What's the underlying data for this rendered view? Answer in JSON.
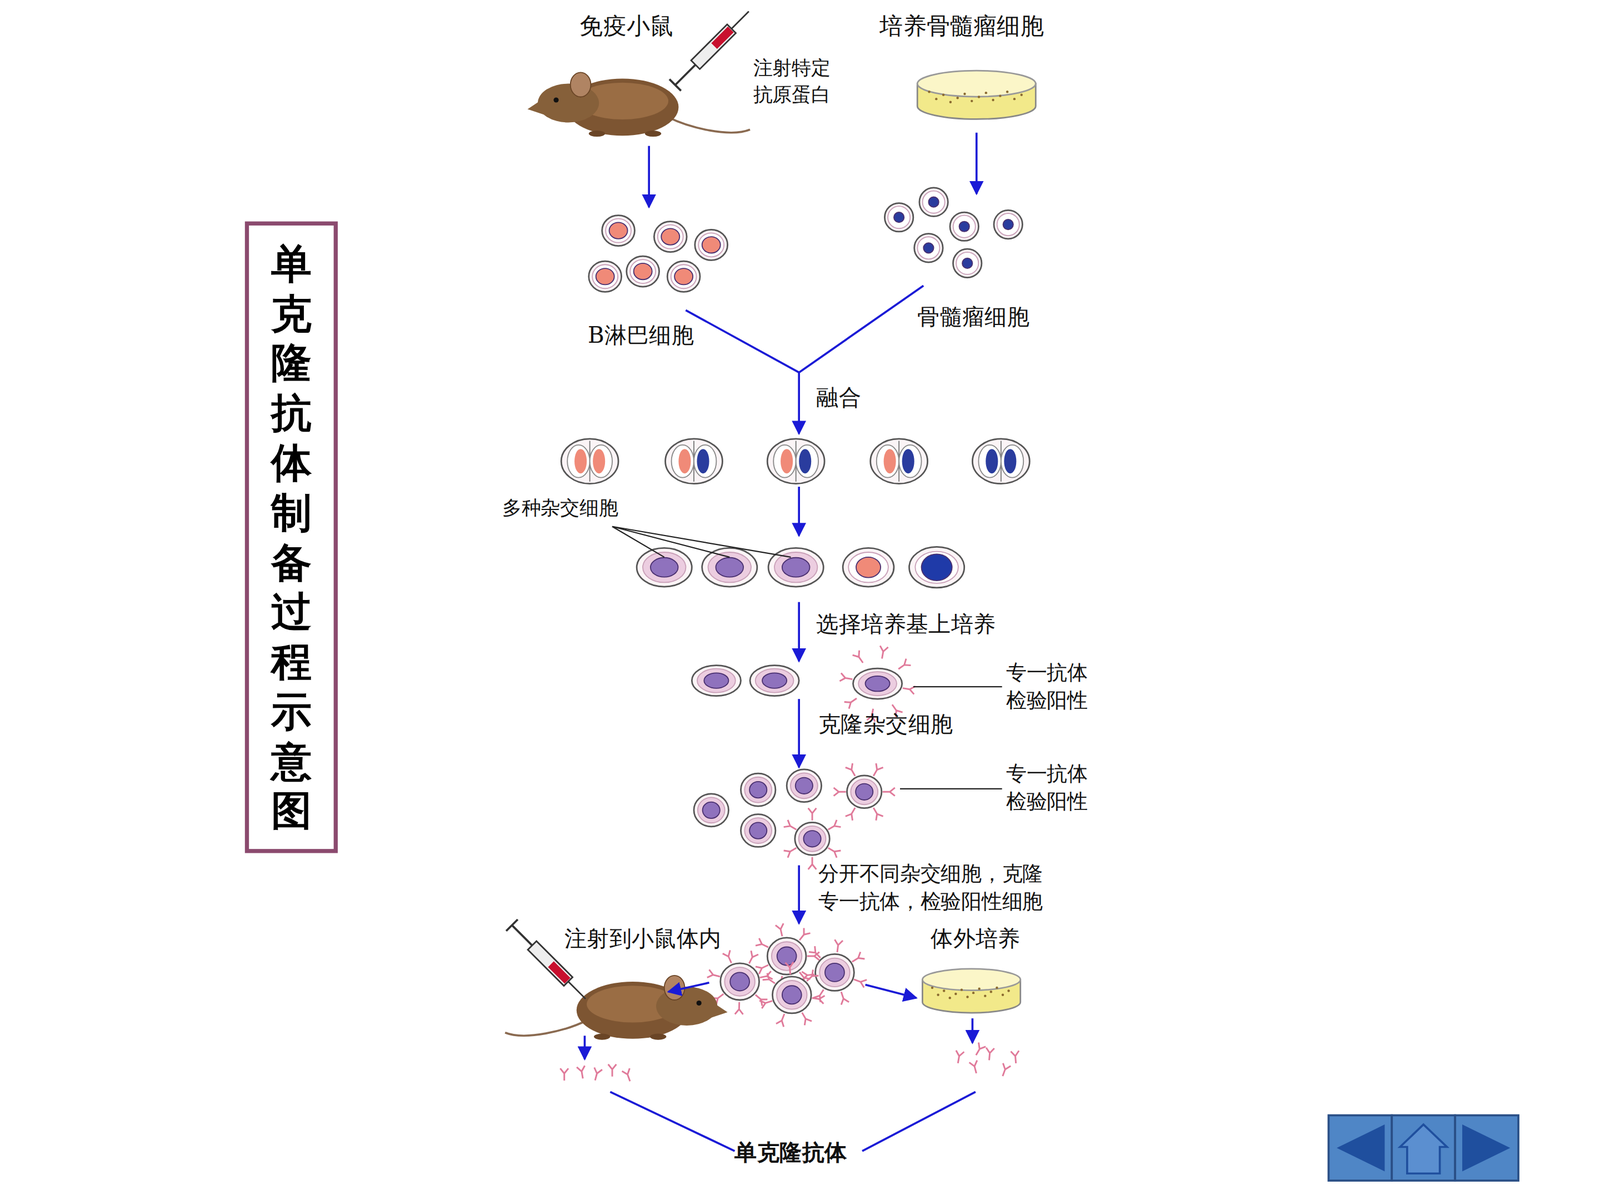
{
  "diagram": {
    "nodes": [
      {
        "text": [
          "单克隆抗体制备过程示意图"
        ]
      }
    ],
    "labels": [
      "免疫小鼠",
      "注射特定 抗原蛋白",
      "培养骨髓瘤细胞",
      "B淋巴细胞",
      "骨髓瘤细胞",
      "融合",
      "多种杂交细胞",
      "选择培养基上培养",
      "专一抗体 检验阳性",
      "克隆杂交细胞",
      "专一抗体 检验阳性",
      "分开不同杂交细胞，克隆 专一抗体，检验阳性细胞",
      "注射到小鼠体内",
      "体外培养",
      "单克隆抗体"
    ]
  }
}
